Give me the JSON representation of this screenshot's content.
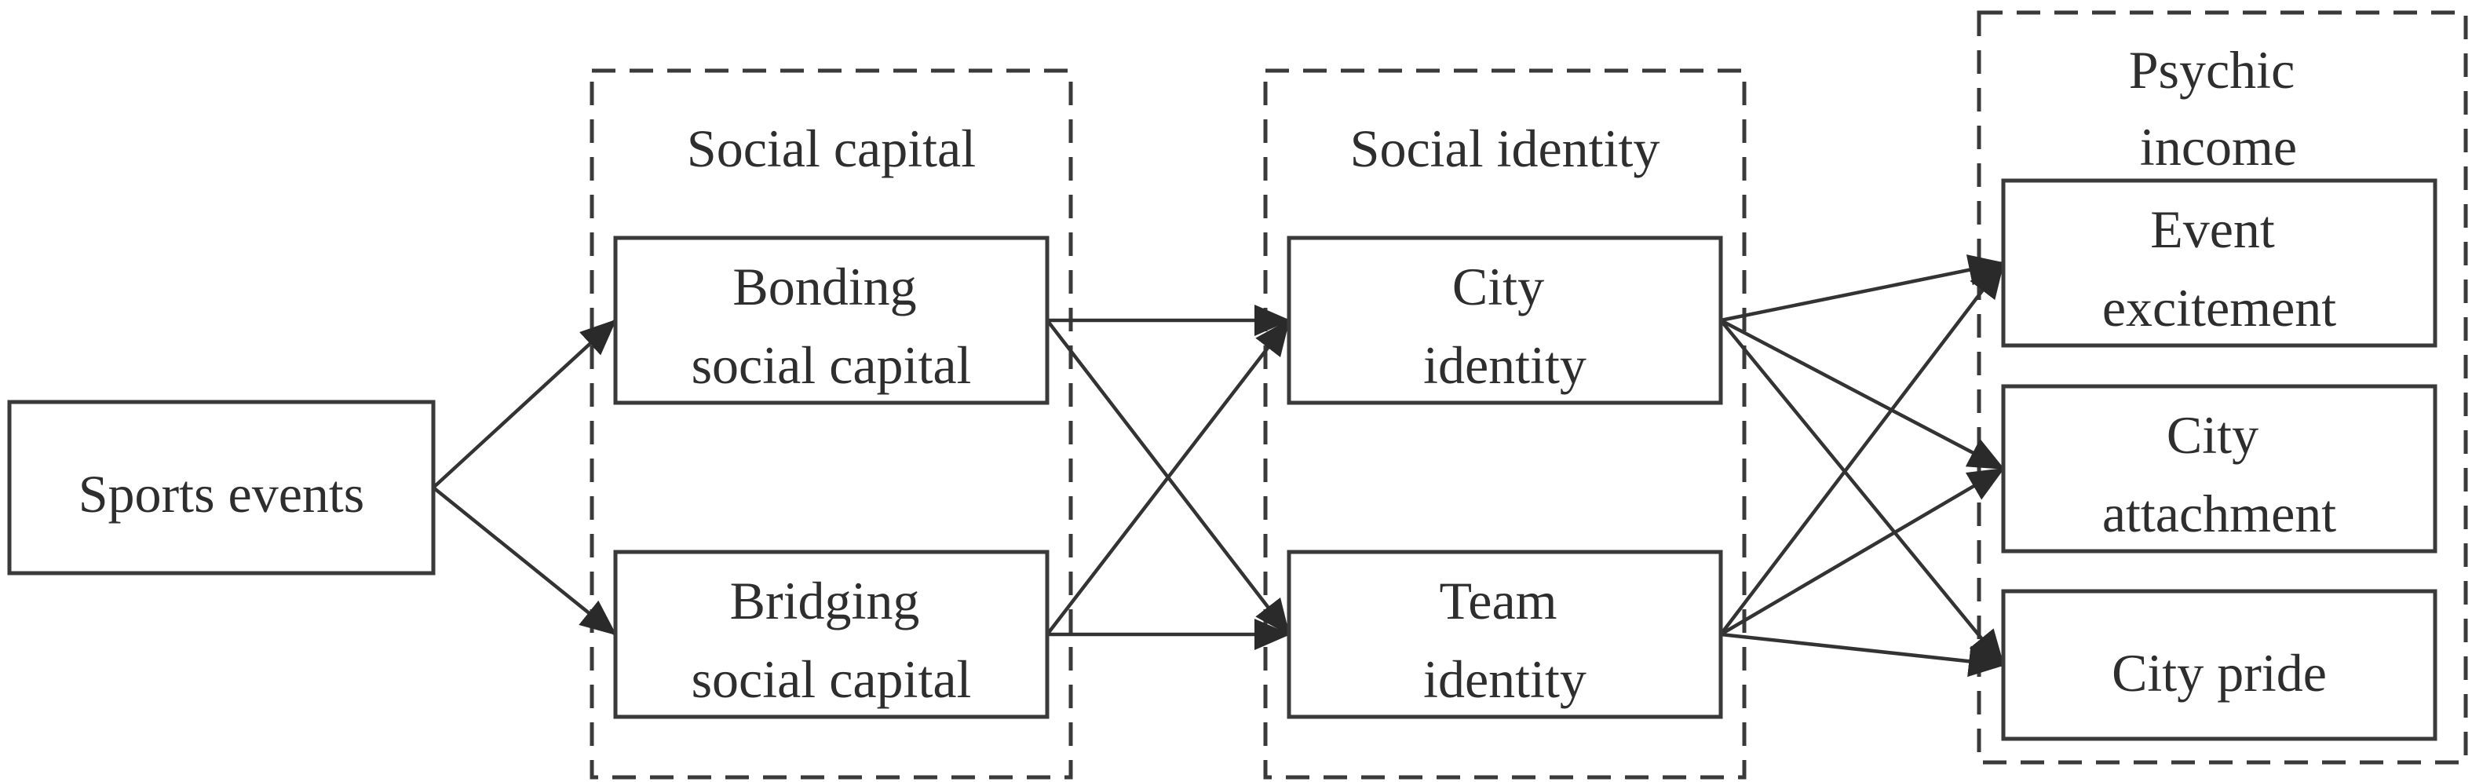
{
  "colors": {
    "stroke": "#3a3a3a",
    "text": "#2e2e2e",
    "background": "#ffffff"
  },
  "groups": {
    "social_capital": "Social capital",
    "social_identity": "Social identity",
    "psychic_income": [
      "Psychic",
      "income"
    ]
  },
  "nodes": {
    "sports": [
      "Sports events"
    ],
    "bonding": [
      "Bonding",
      "social capital"
    ],
    "bridging": [
      "Bridging",
      "social capital"
    ],
    "city_identity": [
      "City",
      "identity"
    ],
    "team_identity": [
      "Team",
      "identity"
    ],
    "excitement": [
      "Event",
      "excitement"
    ],
    "attachment": [
      "City",
      "attachment"
    ],
    "pride": [
      "City pride"
    ]
  },
  "edges": [
    [
      "sports",
      "bonding"
    ],
    [
      "sports",
      "bridging"
    ],
    [
      "bonding",
      "city_identity"
    ],
    [
      "bonding",
      "team_identity"
    ],
    [
      "bridging",
      "city_identity"
    ],
    [
      "bridging",
      "team_identity"
    ],
    [
      "city_identity",
      "excitement"
    ],
    [
      "city_identity",
      "attachment"
    ],
    [
      "city_identity",
      "pride"
    ],
    [
      "team_identity",
      "excitement"
    ],
    [
      "team_identity",
      "attachment"
    ],
    [
      "team_identity",
      "pride"
    ]
  ]
}
